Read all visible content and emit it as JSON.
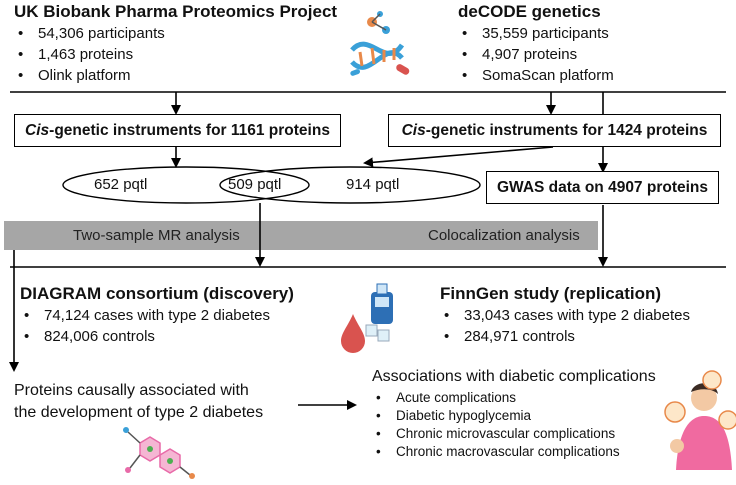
{
  "ukb": {
    "title": "UK Biobank Pharma Proteomics Project",
    "items": [
      "54,306 participants",
      "1,463 proteins",
      "Olink platform"
    ]
  },
  "decode": {
    "title": "deCODE genetics",
    "items": [
      "35,559 participants",
      "4,907 proteins",
      "SomaScan platform"
    ]
  },
  "instruments_left": {
    "prefix": "Cis",
    "text": "-genetic instruments for 1161 proteins"
  },
  "instruments_right": {
    "prefix": "Cis",
    "text": "-genetic instruments for 1424 proteins"
  },
  "venn": {
    "left": "652 pqtl",
    "overlap": "509 pqtl",
    "right": "914 pqtl"
  },
  "gwas": "GWAS data on 4907 proteins",
  "analysis": {
    "mr": "Two-sample MR analysis",
    "coloc": "Colocalization analysis"
  },
  "diagram": {
    "title": "DIAGRAM consortium (discovery)",
    "items": [
      "74,124 cases with type 2 diabetes",
      "824,006 controls"
    ]
  },
  "finngen": {
    "title": "FinnGen study (replication)",
    "items": [
      "33,043 cases with type 2 diabetes",
      "284,971 controls"
    ]
  },
  "result": {
    "line1": "Proteins causally associated with",
    "line2": "the development of type 2 diabetes"
  },
  "complications": {
    "title": "Associations with diabetic complications",
    "items": [
      "Acute complications",
      "Diabetic hypoglycemia",
      "Chronic microvascular complications",
      "Chronic macrovascular complications"
    ]
  },
  "colors": {
    "band": "#a6a6a6",
    "dna_blue": "#3aa0d8",
    "dna_orange": "#e8894a",
    "drop_red": "#d9534f",
    "meter_blue": "#2d6fb5",
    "molecule_pink": "#e86aa8",
    "person_pink": "#f06aa0"
  }
}
